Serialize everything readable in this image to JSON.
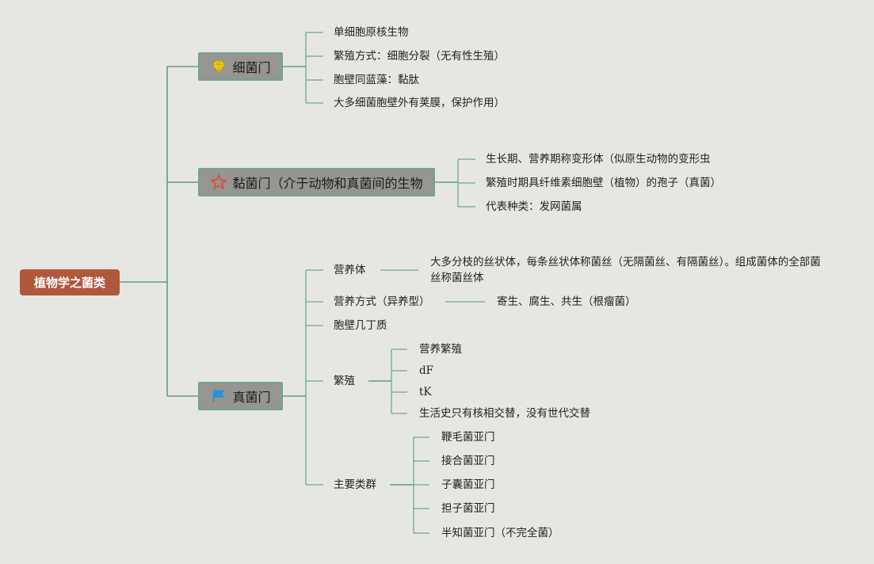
{
  "root": {
    "label": "植物学之菌类"
  },
  "branches": {
    "bacteria": {
      "label": "细菌门",
      "icon": "diamond-icon",
      "items": [
        "单细胞原核生物",
        "繁殖方式：细胞分裂（无有性生殖）",
        "胞壁同蓝藻：黏肽",
        "大多细菌胞壁外有荚膜，保护作用）"
      ]
    },
    "slime": {
      "label": "黏菌门（介于动物和真菌间的生物",
      "icon": "star-icon",
      "items": [
        "生长期、营养期称变形体（似原生动物的变形虫",
        "繁殖时期具纤维素细胞壁（植物）的孢子（真菌）",
        "代表种类：发网菌属"
      ]
    },
    "fungi": {
      "label": "真菌门",
      "icon": "flag-icon",
      "vegetative": {
        "label": "营养体",
        "detail": "大多分枝的丝状体，每条丝状体称菌丝（无隔菌丝、有隔菌丝）。组成菌体的全部菌丝称菌丝体"
      },
      "nutrition": {
        "label": "营养方式（异养型）",
        "detail": "寄生、腐生、共生（根瘤菌）"
      },
      "wall": {
        "label": "胞壁几丁质"
      },
      "reproduction": {
        "label": "繁殖",
        "items": [
          "营养繁殖",
          "dF",
          "tK",
          "生活史只有核相交替，没有世代交替"
        ]
      },
      "groups": {
        "label": "主要类群",
        "items": [
          "鞭毛菌亚门",
          "接合菌亚门",
          "子囊菌亚门",
          "担子菌亚门",
          "半知菌亚门（不完全菌）"
        ]
      }
    }
  },
  "colors": {
    "background": "#e6e7e3",
    "root": "#b0583b",
    "topic": "#969590",
    "connector": "#6fa596",
    "diamond": "#f2d21a",
    "star": "#e04a3a",
    "flag": "#2d8fd5"
  }
}
